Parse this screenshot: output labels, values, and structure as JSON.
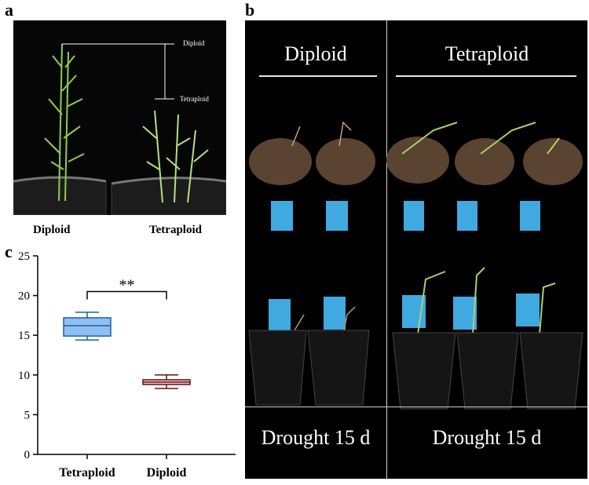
{
  "panels": {
    "a": {
      "letter": "a",
      "markers": {
        "upper": "Diploid",
        "lower": "Tetraploid"
      },
      "captions": {
        "left": "Diploid",
        "right": "Tetraploid"
      }
    },
    "b": {
      "letter": "b",
      "headers": {
        "left": "Diploid",
        "right": "Tetraploid"
      },
      "footers": {
        "left": "Drought 15 d",
        "right": "Drought 15 d"
      }
    },
    "c": {
      "letter": "c"
    }
  },
  "colors": {
    "tetraploid_fill": "#8fbff0",
    "tetraploid_stroke": "#1f5fa8",
    "diploid_fill": "#f2c4c4",
    "diploid_stroke": "#6a1010",
    "plant_green": "#8fce4a",
    "soil": "#5a4330"
  },
  "chart_data": {
    "type": "box",
    "categories": [
      "Tetraploid",
      "Diploid"
    ],
    "ylim": [
      0,
      25
    ],
    "yticks": [
      0,
      5,
      10,
      15,
      20,
      25
    ],
    "boxes": [
      {
        "category": "Tetraploid",
        "min": 14.4,
        "q1": 14.9,
        "median": 16.2,
        "q3": 17.2,
        "max": 17.9
      },
      {
        "category": "Diploid",
        "min": 8.3,
        "q1": 8.8,
        "median": 9.1,
        "q3": 9.4,
        "max": 10.0
      }
    ],
    "annotation": {
      "text": "**",
      "between": [
        "Tetraploid",
        "Diploid"
      ],
      "y": 20.5
    }
  }
}
